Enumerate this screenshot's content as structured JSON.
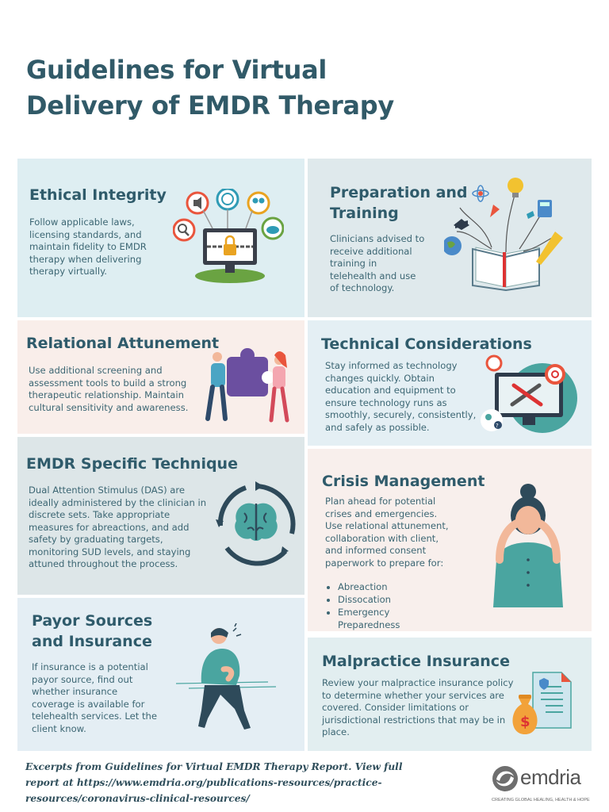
{
  "title": "Guidelines for Virtual Delivery of EMDR Therapy",
  "panels": {
    "ethical": {
      "heading": "Ethical Integrity",
      "body": "Follow applicable laws, licensing standards, and maintain fidelity to EMDR therapy when delivering therapy virtually."
    },
    "preparation": {
      "heading": "Preparation and Training",
      "body": "Clinicians advised to receive additional training in telehealth and use of technology."
    },
    "relational": {
      "heading": "Relational Attunement",
      "body": "Use additional screening and assessment tools to build a strong therapeutic relationship. Maintain cultural sensitivity and awareness."
    },
    "technical": {
      "heading": "Technical Considerations",
      "body": "Stay informed as technology changes quickly. Obtain education and equipment to ensure technology runs as smoothly, securely, consistently, and safely as possible."
    },
    "emdr": {
      "heading": "EMDR Specific Technique",
      "body": "Dual Attention Stimulus (DAS) are ideally administered by the clinician in discrete sets. Take appropriate measures for abreactions, and add safety by graduating targets, monitoring SUD levels, and staying attuned throughout the process."
    },
    "crisis": {
      "heading": "Crisis Management",
      "body": "Plan ahead for potential crises and emergencies. Use relational attunement, collaboration with client, and informed consent paperwork to prepare for:",
      "bullets": [
        "Abreaction",
        "Dissocation",
        "Emergency Preparedness"
      ]
    },
    "payor": {
      "heading": "Payor Sources and Insurance",
      "body": "If insurance is a potential payor source, find out whether insurance coverage is available for telehealth services. Let the client know."
    },
    "malpractice": {
      "heading": "Malpractice Insurance",
      "body": "Review your malpractice insurance policy to determine whether your services are covered. Consider limitations or jurisdictional restrictions that may be in place."
    }
  },
  "footer": "Excerpts from Guidelines for Virtual EMDR Therapy Report. View full report at https://www.emdria.org/publications-resources/practice-resources/coronavirus-clinical-resources/",
  "logo": {
    "name": "emdria",
    "tagline": "CREATING GLOBAL HEALING, HEALTH & HOPE"
  },
  "colors": {
    "heading": "#2f5b6b",
    "teal": "#4aa5a0",
    "navy": "#2e4a5a"
  }
}
